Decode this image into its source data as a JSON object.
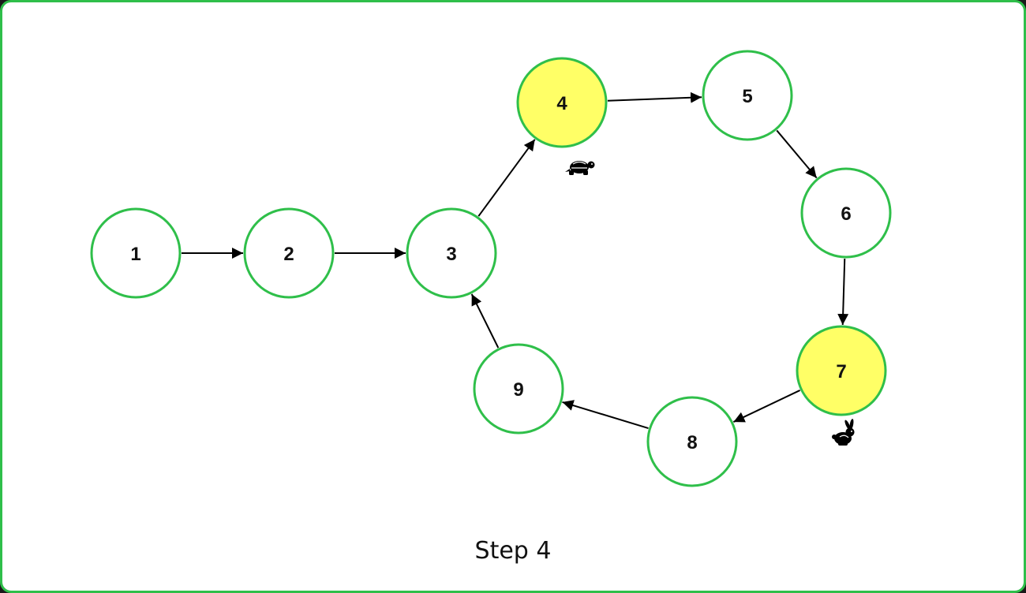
{
  "caption": "Step 4",
  "colors": {
    "border": "#2fbf4a",
    "node_stroke": "#2fbf4a",
    "node_fill": "#ffffff",
    "highlight_fill": "#ffff66",
    "edge": "#000000"
  },
  "nodes": [
    {
      "id": "1",
      "label": "1",
      "highlighted": false
    },
    {
      "id": "2",
      "label": "2",
      "highlighted": false
    },
    {
      "id": "3",
      "label": "3",
      "highlighted": false
    },
    {
      "id": "4",
      "label": "4",
      "highlighted": true,
      "marker": "tortoise-icon"
    },
    {
      "id": "5",
      "label": "5",
      "highlighted": false
    },
    {
      "id": "6",
      "label": "6",
      "highlighted": false
    },
    {
      "id": "7",
      "label": "7",
      "highlighted": true,
      "marker": "hare-icon"
    },
    {
      "id": "8",
      "label": "8",
      "highlighted": false
    },
    {
      "id": "9",
      "label": "9",
      "highlighted": false
    }
  ],
  "edges": [
    {
      "from": "1",
      "to": "2"
    },
    {
      "from": "2",
      "to": "3"
    },
    {
      "from": "3",
      "to": "4"
    },
    {
      "from": "4",
      "to": "5"
    },
    {
      "from": "5",
      "to": "6"
    },
    {
      "from": "6",
      "to": "7"
    },
    {
      "from": "7",
      "to": "8"
    },
    {
      "from": "8",
      "to": "9"
    },
    {
      "from": "9",
      "to": "3"
    }
  ]
}
